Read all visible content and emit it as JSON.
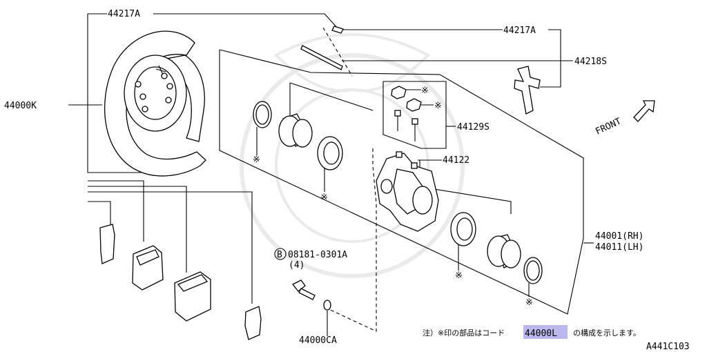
{
  "diagram": {
    "labels": {
      "backplate_pin_top": "44217A",
      "backplate": "44000K",
      "pin_right": "44217A",
      "pin_sleeve": "44218S",
      "bolt_kit": "44129S",
      "caliper": "44122",
      "assembly_rh": "44001(RH)",
      "assembly_lh": "44011(LH)",
      "bolt_circle": "B",
      "bolt_code": "08181-0301A",
      "bolt_qty": "(4)",
      "washer_code": "44000CA",
      "front": "FRONT",
      "drawing_id": "A441C103",
      "kome": "※"
    },
    "footnote": {
      "prefix": "注）※印の部品はコード",
      "highlight": "44000L",
      "suffix": "の構成を示します。"
    },
    "colors": {
      "line": "#000000",
      "highlight": "#b9b9ee",
      "background": "#ffffff"
    }
  }
}
